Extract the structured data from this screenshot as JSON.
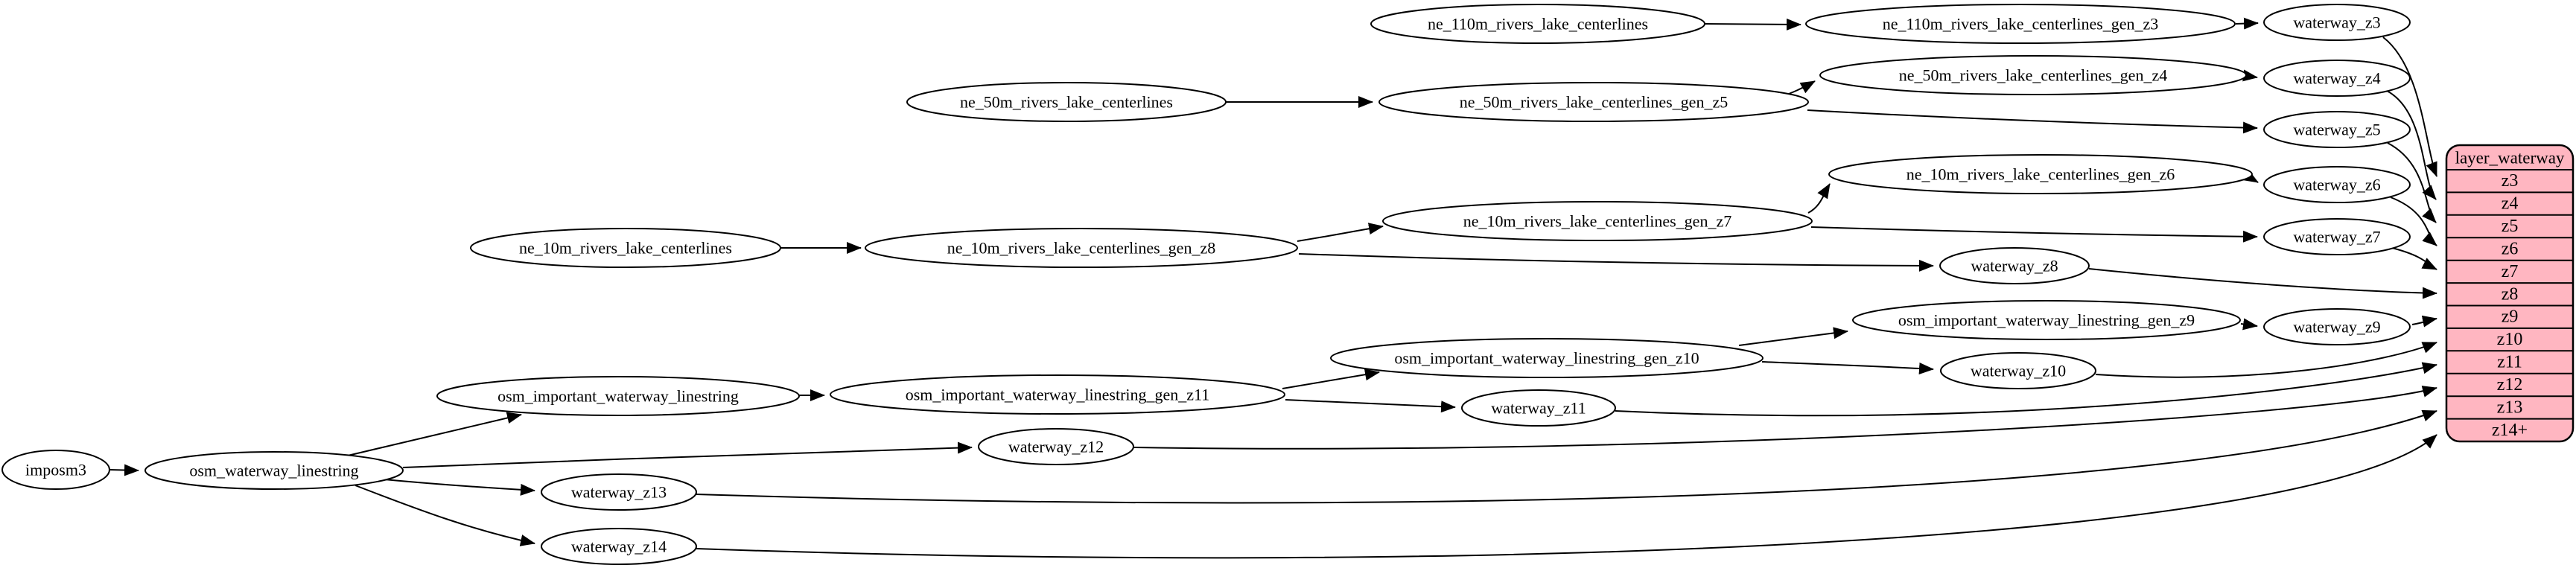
{
  "diagram": {
    "type": "etl-dependency-graph",
    "background_color": "#ffffff",
    "edge_color": "#000000",
    "node_fill": "#ffffff",
    "record_fill": "#ffb6c1",
    "nodes": {
      "imposm3": {
        "label": "imposm3"
      },
      "osm_waterway_linestring": {
        "label": "osm_waterway_linestring"
      },
      "osm_important_waterway_linestring": {
        "label": "osm_important_waterway_linestring"
      },
      "osm_important_waterway_linestring_gen_z11": {
        "label": "osm_important_waterway_linestring_gen_z11"
      },
      "osm_important_waterway_linestring_gen_z10": {
        "label": "osm_important_waterway_linestring_gen_z10"
      },
      "osm_important_waterway_linestring_gen_z9": {
        "label": "osm_important_waterway_linestring_gen_z9"
      },
      "ne_110m_rivers_lake_centerlines": {
        "label": "ne_110m_rivers_lake_centerlines"
      },
      "ne_110m_rivers_lake_centerlines_gen_z3": {
        "label": "ne_110m_rivers_lake_centerlines_gen_z3"
      },
      "ne_50m_rivers_lake_centerlines": {
        "label": "ne_50m_rivers_lake_centerlines"
      },
      "ne_50m_rivers_lake_centerlines_gen_z5": {
        "label": "ne_50m_rivers_lake_centerlines_gen_z5"
      },
      "ne_50m_rivers_lake_centerlines_gen_z4": {
        "label": "ne_50m_rivers_lake_centerlines_gen_z4"
      },
      "ne_10m_rivers_lake_centerlines": {
        "label": "ne_10m_rivers_lake_centerlines"
      },
      "ne_10m_rivers_lake_centerlines_gen_z8": {
        "label": "ne_10m_rivers_lake_centerlines_gen_z8"
      },
      "ne_10m_rivers_lake_centerlines_gen_z7": {
        "label": "ne_10m_rivers_lake_centerlines_gen_z7"
      },
      "ne_10m_rivers_lake_centerlines_gen_z6": {
        "label": "ne_10m_rivers_lake_centerlines_gen_z6"
      },
      "waterway_z3": {
        "label": "waterway_z3"
      },
      "waterway_z4": {
        "label": "waterway_z4"
      },
      "waterway_z5": {
        "label": "waterway_z5"
      },
      "waterway_z6": {
        "label": "waterway_z6"
      },
      "waterway_z7": {
        "label": "waterway_z7"
      },
      "waterway_z8": {
        "label": "waterway_z8"
      },
      "waterway_z9": {
        "label": "waterway_z9"
      },
      "waterway_z10": {
        "label": "waterway_z10"
      },
      "waterway_z11": {
        "label": "waterway_z11"
      },
      "waterway_z12": {
        "label": "waterway_z12"
      },
      "waterway_z13": {
        "label": "waterway_z13"
      },
      "waterway_z14": {
        "label": "waterway_z14"
      }
    },
    "record": {
      "title": "layer_waterway",
      "rows": [
        "z3",
        "z4",
        "z5",
        "z6",
        "z7",
        "z8",
        "z9",
        "z10",
        "z11",
        "z12",
        "z13",
        "z14+"
      ]
    },
    "edges": [
      "imposm3 -> osm_waterway_linestring",
      "osm_waterway_linestring -> osm_important_waterway_linestring",
      "osm_waterway_linestring -> waterway_z12",
      "osm_waterway_linestring -> waterway_z13",
      "osm_waterway_linestring -> waterway_z14",
      "osm_important_waterway_linestring -> osm_important_waterway_linestring_gen_z11",
      "osm_important_waterway_linestring_gen_z11 -> osm_important_waterway_linestring_gen_z10",
      "osm_important_waterway_linestring_gen_z11 -> waterway_z11",
      "osm_important_waterway_linestring_gen_z10 -> osm_important_waterway_linestring_gen_z9",
      "osm_important_waterway_linestring_gen_z10 -> waterway_z10",
      "osm_important_waterway_linestring_gen_z9 -> waterway_z9",
      "ne_110m_rivers_lake_centerlines -> ne_110m_rivers_lake_centerlines_gen_z3",
      "ne_110m_rivers_lake_centerlines_gen_z3 -> waterway_z3",
      "ne_50m_rivers_lake_centerlines -> ne_50m_rivers_lake_centerlines_gen_z5",
      "ne_50m_rivers_lake_centerlines_gen_z5 -> ne_50m_rivers_lake_centerlines_gen_z4",
      "ne_50m_rivers_lake_centerlines_gen_z5 -> waterway_z5",
      "ne_50m_rivers_lake_centerlines_gen_z4 -> waterway_z4",
      "ne_10m_rivers_lake_centerlines -> ne_10m_rivers_lake_centerlines_gen_z8",
      "ne_10m_rivers_lake_centerlines_gen_z8 -> ne_10m_rivers_lake_centerlines_gen_z7",
      "ne_10m_rivers_lake_centerlines_gen_z8 -> waterway_z8",
      "ne_10m_rivers_lake_centerlines_gen_z7 -> ne_10m_rivers_lake_centerlines_gen_z6",
      "ne_10m_rivers_lake_centerlines_gen_z7 -> waterway_z7",
      "ne_10m_rivers_lake_centerlines_gen_z6 -> waterway_z6",
      "waterway_z3 -> layer_waterway:z3",
      "waterway_z4 -> layer_waterway:z4",
      "waterway_z5 -> layer_waterway:z5",
      "waterway_z6 -> layer_waterway:z6",
      "waterway_z7 -> layer_waterway:z7",
      "waterway_z8 -> layer_waterway:z8",
      "waterway_z9 -> layer_waterway:z9",
      "waterway_z10 -> layer_waterway:z10",
      "waterway_z11 -> layer_waterway:z11",
      "waterway_z12 -> layer_waterway:z12",
      "waterway_z13 -> layer_waterway:z13",
      "waterway_z14 -> layer_waterway:z14+"
    ]
  }
}
